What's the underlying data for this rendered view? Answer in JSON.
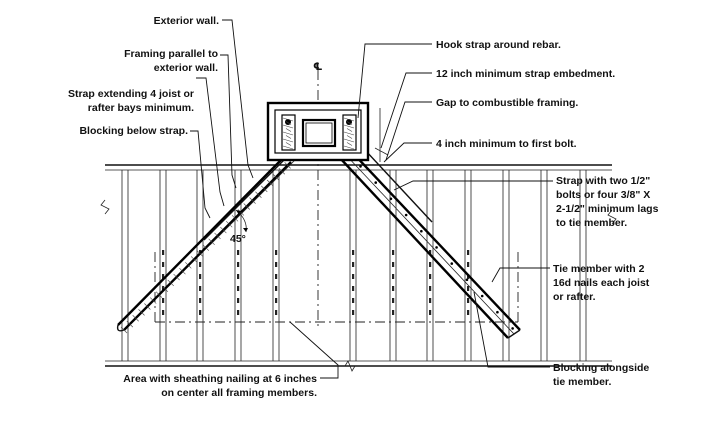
{
  "centerline_symbol": "℄",
  "angle_label": "45°",
  "labels": {
    "exterior_wall": [
      "Exterior wall."
    ],
    "framing_parallel": [
      "Framing parallel to",
      "exterior wall."
    ],
    "strap_extending": [
      "Strap extending 4 joist or",
      "rafter bays minimum."
    ],
    "blocking_below": [
      "Blocking below strap."
    ],
    "hook_strap": [
      "Hook strap around rebar."
    ],
    "embedment": [
      "12 inch minimum strap embedment."
    ],
    "gap": [
      "Gap to combustible framing."
    ],
    "first_bolt": [
      "4 inch minimum to first bolt."
    ],
    "strap_bolts": [
      "Strap with two 1/2\"",
      "bolts or four 3/8\" X",
      "2-1/2\" minimum lags",
      "to tie member."
    ],
    "tie_member": [
      "Tie member with 2",
      "16d nails each joist",
      "or rafter."
    ],
    "blocking_alongside": [
      "Blocking alongside",
      "tie member."
    ],
    "sheathing_area": [
      "Area with sheathing nailing at 6 inches",
      "on center all framing members."
    ]
  }
}
